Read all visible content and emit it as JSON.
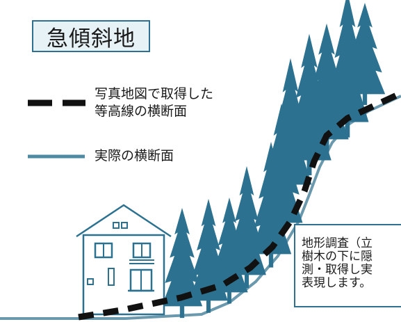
{
  "title": "急傾斜地",
  "legend": {
    "dashed_label_line1": "写真地図で取得した",
    "dashed_label_line2": "等高線の横断面",
    "solid_label": "実際の横断面"
  },
  "callout": {
    "line1": "地形調査（立",
    "line2": "樹木の下に隠",
    "line3": "測・取得し実",
    "line4": "表現します。"
  },
  "colors": {
    "accent": "#2f6f8f",
    "tree": "#2c7290",
    "dashed_line": "#111111",
    "ground": "#6a98ad",
    "house_fill": "#ffffff",
    "title_bg": "#e6f2f6"
  }
}
